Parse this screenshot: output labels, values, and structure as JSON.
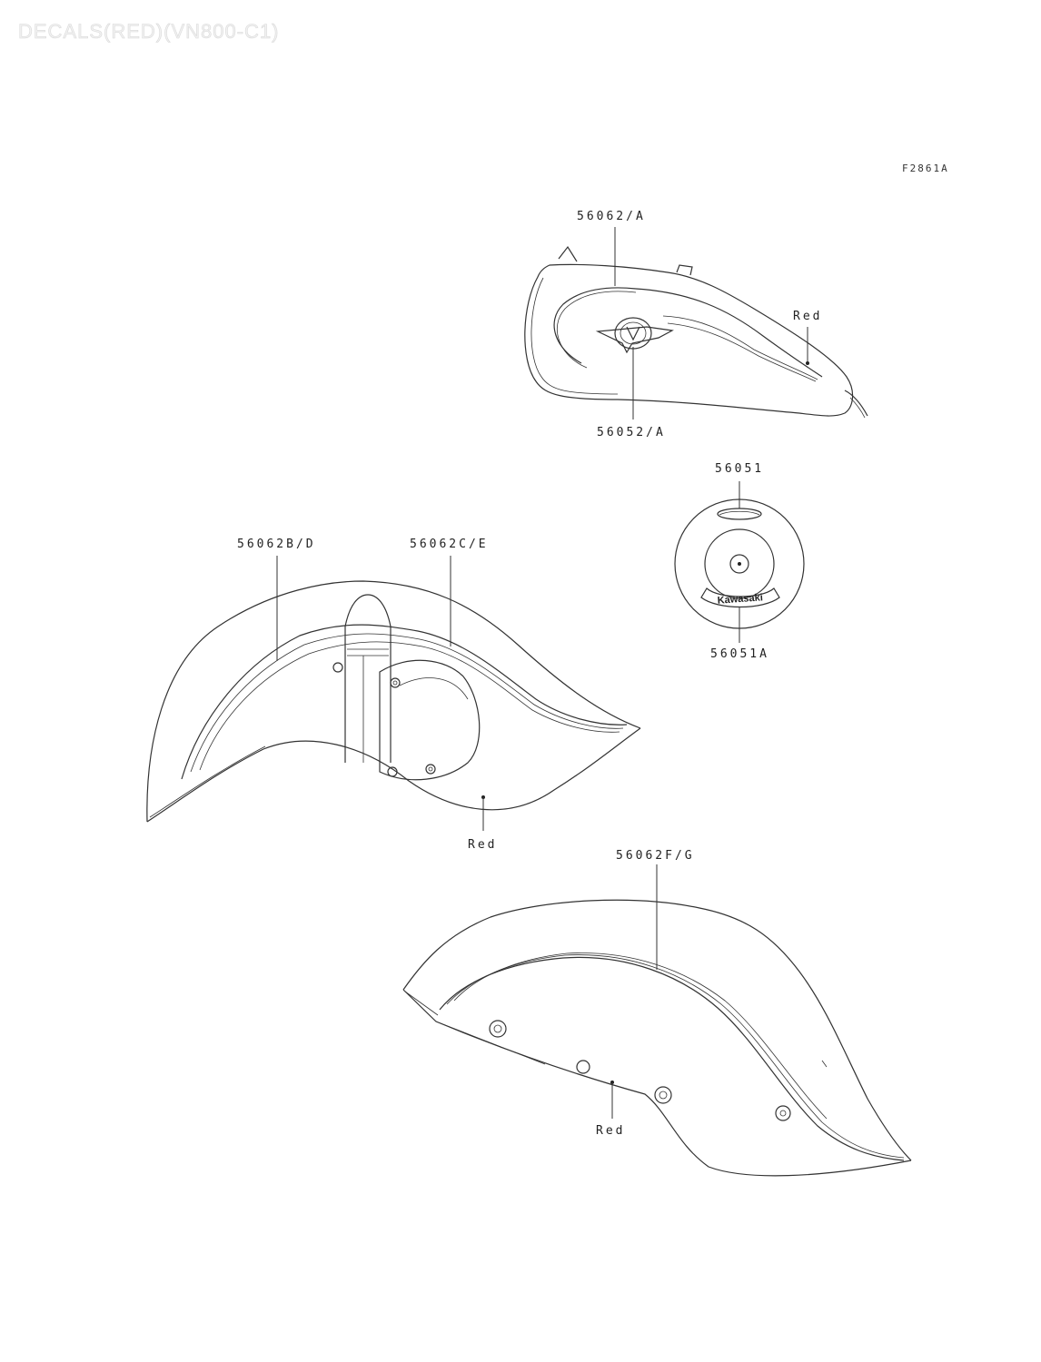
{
  "page": {
    "title": "DECALS(RED)(VN800-C1)",
    "figure_code": "F2861A"
  },
  "labels": {
    "tank_stripe": "56062/A",
    "tank_emblem": "56052/A",
    "tank_color": "Red",
    "cover_top": "56051",
    "cover_bottom": "56051A",
    "front_stripe_left": "56062B/D",
    "front_stripe_right": "56062C/E",
    "front_color": "Red",
    "rear_stripe": "56062F/G",
    "rear_color": "Red"
  },
  "cover_text": "Kawasaki"
}
